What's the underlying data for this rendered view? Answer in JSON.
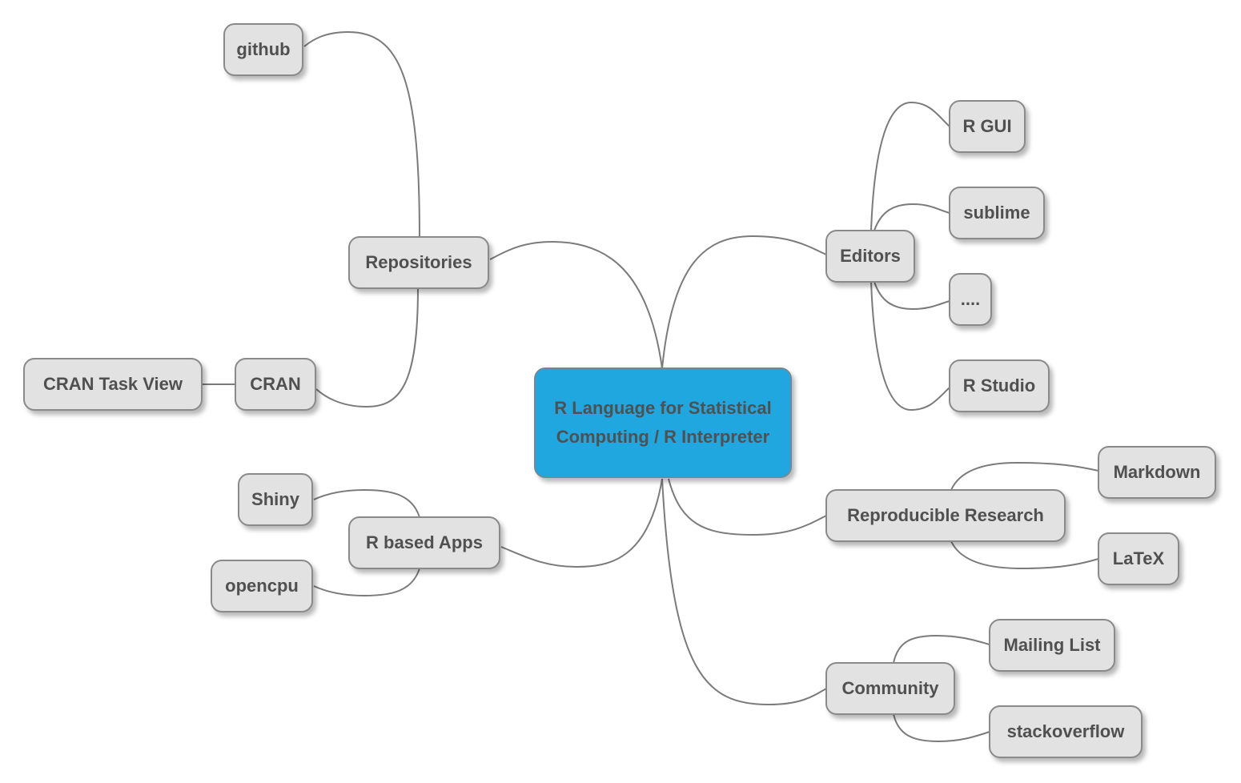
{
  "mindmap": {
    "root": "R Language for Statistical Computing  / R Interpreter",
    "branches": {
      "repositories": {
        "label": "Repositories",
        "children": {
          "github": "github",
          "cran": "CRAN",
          "cran_task_view": "CRAN Task View"
        }
      },
      "r_based_apps": {
        "label": "R based Apps",
        "children": {
          "shiny": "Shiny",
          "opencpu": "opencpu"
        }
      },
      "editors": {
        "label": "Editors",
        "children": {
          "r_gui": "R GUI",
          "sublime": "sublime",
          "ellipsis": "....",
          "r_studio": "R Studio"
        }
      },
      "reproducible_research": {
        "label": "Reproducible Research",
        "children": {
          "markdown": "Markdown",
          "latex": "LaTeX"
        }
      },
      "community": {
        "label": "Community",
        "children": {
          "mailing_list": "Mailing List",
          "stackoverflow": "stackoverflow"
        }
      }
    }
  },
  "colors": {
    "root_fill": "#21a7e0",
    "node_fill": "#e2e2e2",
    "node_border": "#8a8a8a",
    "text": "#505050",
    "edge": "#7b7b7b"
  }
}
